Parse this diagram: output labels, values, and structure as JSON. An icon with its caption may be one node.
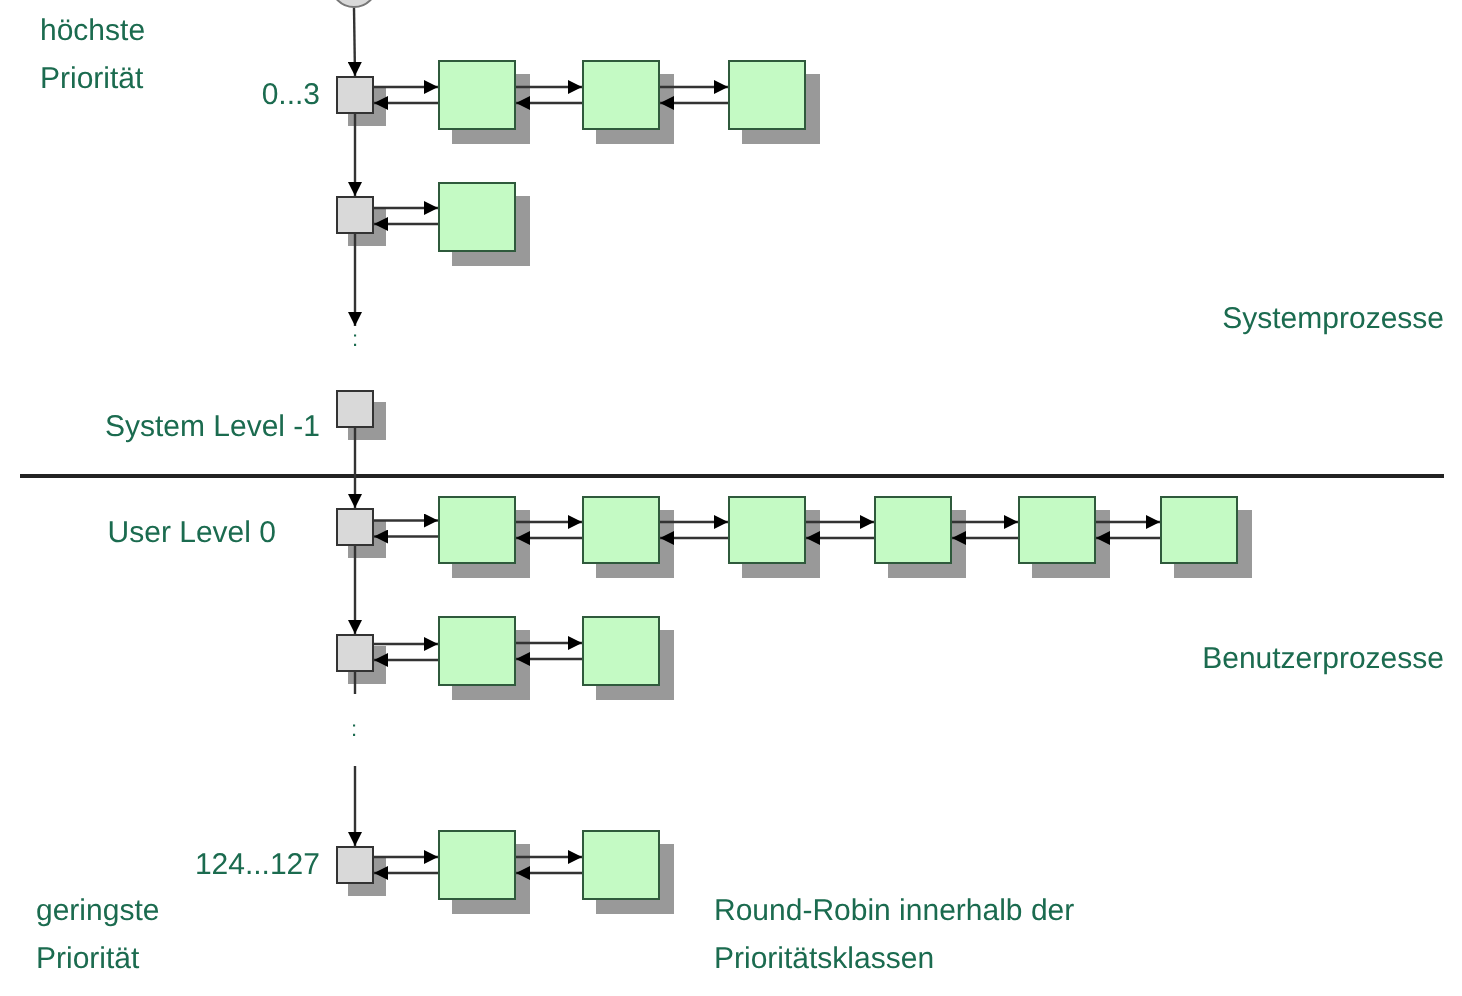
{
  "diagram": {
    "nodes": [
      {
        "text": [],
        "shape": "circle"
      },
      {
        "text": [],
        "shape": "box",
        "beside": [
          "0...3"
        ]
      },
      {
        "text": [],
        "shape": "box"
      },
      {
        "text": [],
        "shape": "box"
      },
      {
        "text": [],
        "shape": "box"
      },
      {
        "text": [],
        "shape": "box"
      },
      {
        "text": [],
        "shape": "box"
      },
      {
        "text": [],
        "shape": "box",
        "beside": [
          "System Level -1"
        ]
      },
      {
        "text": [],
        "shape": "box",
        "beside": [
          "User Level 0"
        ]
      },
      {
        "text": [],
        "shape": "box"
      },
      {
        "text": [],
        "shape": "box"
      },
      {
        "text": [],
        "shape": "box"
      },
      {
        "text": [],
        "shape": "box"
      },
      {
        "text": [],
        "shape": "box"
      },
      {
        "text": [],
        "shape": "box"
      },
      {
        "text": [],
        "shape": "box"
      },
      {
        "text": [],
        "shape": "box"
      },
      {
        "text": [],
        "shape": "box"
      },
      {
        "text": [],
        "shape": "box",
        "beside": [
          "124...127"
        ]
      },
      {
        "text": [],
        "shape": "box"
      },
      {
        "text": [],
        "shape": "box"
      },
      {
        "text": [
          ":"
        ]
      }
    ],
    "edges": [
      {
        "from": 0,
        "to": 1,
        "arrow": "to"
      },
      {
        "from": 1,
        "to": 5,
        "arrow": "to"
      },
      {
        "from": 5,
        "to": 21,
        "arrow": "to"
      },
      {
        "from": 7,
        "to": 8,
        "arrow": "to"
      },
      {
        "from": 8,
        "to": 15,
        "arrow": "to"
      },
      {
        "from": 15,
        "to": null,
        "arrow": "none"
      },
      {
        "from": null,
        "to": 18,
        "arrow": "to"
      },
      {
        "from": 1,
        "to": 2,
        "arrow": "to"
      },
      {
        "from": 2,
        "to": 1,
        "arrow": "to"
      },
      {
        "from": 2,
        "to": 3,
        "arrow": "to"
      },
      {
        "from": 3,
        "to": 2,
        "arrow": "to"
      },
      {
        "from": 3,
        "to": 4,
        "arrow": "to"
      },
      {
        "from": 4,
        "to": 3,
        "arrow": "to"
      },
      {
        "from": 5,
        "to": 6,
        "arrow": "to"
      },
      {
        "from": 6,
        "to": 5,
        "arrow": "to"
      },
      {
        "from": 8,
        "to": 9,
        "arrow": "to"
      },
      {
        "from": 9,
        "to": 8,
        "arrow": "to"
      },
      {
        "from": 9,
        "to": 10,
        "arrow": "to"
      },
      {
        "from": 10,
        "to": 9,
        "arrow": "to"
      },
      {
        "from": 10,
        "to": 11,
        "arrow": "to"
      },
      {
        "from": 11,
        "to": 10,
        "arrow": "to"
      },
      {
        "from": 11,
        "to": 12,
        "arrow": "to"
      },
      {
        "from": 12,
        "to": 11,
        "arrow": "to"
      },
      {
        "from": 12,
        "to": 13,
        "arrow": "to"
      },
      {
        "from": 13,
        "to": 12,
        "arrow": "to"
      },
      {
        "from": 13,
        "to": 14,
        "arrow": "to"
      },
      {
        "from": 14,
        "to": 13,
        "arrow": "to"
      },
      {
        "from": 15,
        "to": 16,
        "arrow": "to"
      },
      {
        "from": 16,
        "to": 15,
        "arrow": "to"
      },
      {
        "from": 16,
        "to": 17,
        "arrow": "to"
      },
      {
        "from": 17,
        "to": 16,
        "arrow": "to"
      },
      {
        "from": 18,
        "to": 19,
        "arrow": "to"
      },
      {
        "from": 19,
        "to": 18,
        "arrow": "to"
      },
      {
        "from": 19,
        "to": 20,
        "arrow": "to"
      },
      {
        "from": 20,
        "to": 19,
        "arrow": "to"
      }
    ],
    "labels": [
      "höchste Priorität",
      "Systemprozesse",
      "Benutzerprozesse",
      ":",
      "geringste Priorität",
      "Round-Robin innerhalb der Prioritätsklassen"
    ]
  }
}
